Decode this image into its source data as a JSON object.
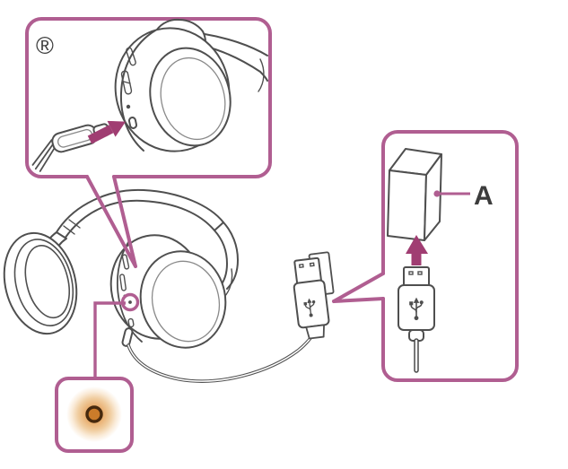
{
  "figure": {
    "labels": {
      "registered_mark": "®",
      "adapter": "A"
    },
    "colors": {
      "callout": "#b05e91",
      "arrow": "#a03d72",
      "line_art": "#4f4f4f",
      "label_text": "#3c3c3c",
      "indicator_core": "#cb7c2a",
      "indicator_glow_mid": "#e9ad6d",
      "indicator_ring": "#46290e",
      "background": "#ffffff"
    },
    "icons": {
      "plug_insertion_arrow": "solid arrow pointing into charging port",
      "adapter_up_arrow": "solid arrow pointing from USB plug up to adaptor",
      "usb_symbol": "USB trident symbol",
      "charging_indicator": "glowing orange indicator lamp"
    }
  }
}
